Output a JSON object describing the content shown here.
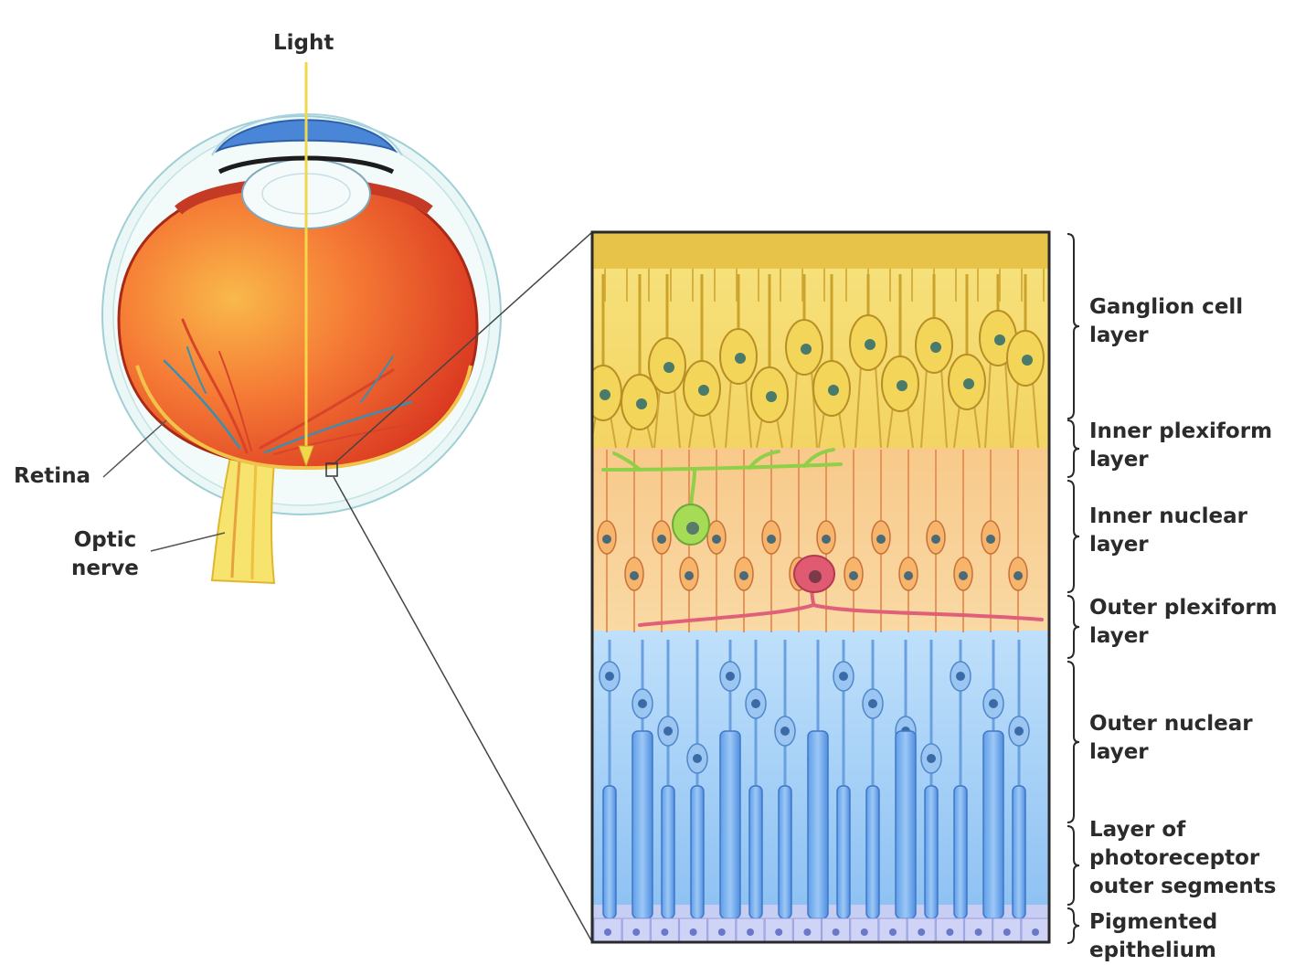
{
  "colors": {
    "eye_red": "#e8412a",
    "eye_orange": "#f7a53a",
    "sclera": "#e9f6f5",
    "cornea_blue": "#4a86d8",
    "light_arrow": "#f0d84a",
    "ganglion_yellow": "#f3d55a",
    "nuclear_orange": "#f6b56a",
    "photoreceptor_blue": "#6aa6ea",
    "amacrine_green": "#9ad84a",
    "horizontal_pink": "#e0607a",
    "label_text": "#2b2b2b"
  },
  "eye": {
    "light_label": "Light",
    "retina_label": "Retina",
    "optic_nerve_label": [
      "Optic",
      "nerve"
    ]
  },
  "retina_layers": [
    {
      "lines": [
        "Ganglion cell",
        "layer"
      ]
    },
    {
      "lines": [
        "Inner plexiform",
        "layer"
      ]
    },
    {
      "lines": [
        "Inner nuclear",
        "layer"
      ]
    },
    {
      "lines": [
        "Outer plexiform",
        "layer"
      ]
    },
    {
      "lines": [
        "Outer nuclear",
        "layer"
      ]
    },
    {
      "lines": [
        "Layer of",
        "photoreceptor",
        "outer segments"
      ]
    },
    {
      "lines": [
        "Pigmented",
        "epithelium"
      ]
    }
  ]
}
